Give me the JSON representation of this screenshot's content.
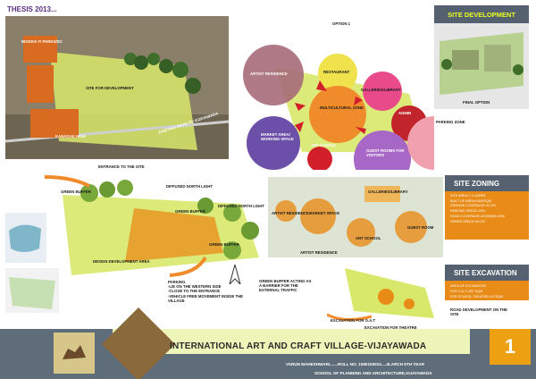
{
  "header": {
    "thesis": "THESIS 2013...",
    "site_development": "SITE DEVELOPMENT"
  },
  "site_plan": {
    "labels": [
      "BIODIVA IT PARKS/DC",
      "SITE FOR DEVELOPMENT",
      "KANAGAK HIGH",
      "EXISTING ROAD TO VIJAYAWADA"
    ]
  },
  "bubble": {
    "option": "OPTION 1",
    "artist_residence": "ARTIST RESIDENCE",
    "restaurant": "RESTAURANT",
    "galleries": "GALLERIES/LIBRARY",
    "multicultural": "MULTICULTURAL ZONE",
    "admin": "ADMIN",
    "parking": "PARKING ZONE",
    "market": "MARKET AREA/ WORKING SPACE",
    "art_school": "ART SCHOOL",
    "guest_rooms": "GUEST ROOMS  FOR VISITORS",
    "final": "FINAL OPTION"
  },
  "design": {
    "entrance": "ENTRANCE TO THE SITE",
    "diffused1": "DIFFUSED NORTH LIGHT",
    "diffused2": "DIFFUSED NORTH LIGHT",
    "green_buffer1": "GREEN BUFFER",
    "green_buffer2": "GREEN BUFFER",
    "green_buffer3": "GREEN BUFFER",
    "dev_area": "DESIGN DEVELOPMENT AREA",
    "parking": "PARKING\n-LIE ON THE WESTERN SIDE\n-CLOSE TO THE ENTRANCE\n-VEHICLE FREE MOVEMENT INSIDE THE VILLAGE",
    "buffer_note": "GREEN BUFFER ACTING AS A BARRIER FOR THE EXTERNAL TRAFFIC"
  },
  "zoning_plan": {
    "galleries": "GALLERIES/LIBRARY",
    "artist_residence": "ARTIST RESIDENCE",
    "market": "MARKET SPACE",
    "art_school": "ART SCHOOL",
    "guest_room": "GUEST ROOM",
    "artist_residence2": "ARTIST RESIDENCE"
  },
  "zoning": {
    "title": "SITE ZONING",
    "items": [
      "SITE AREA=7.2 ACRES",
      "BUILT UP AREA=5400SQM",
      "GROUND COVERAGE=10.2%",
      "PARKING SPACE=25%",
      "ROAD COVERAGE=6720SQM=15%",
      "GREEN SPACE=60.2%"
    ]
  },
  "excavation": {
    "title": "SITE EXCAVATION",
    "items": [
      "AREA OF EXCAVATION",
      "FOR O.A.T=457 SQM",
      "FOR SCHOOL THEATRE=317SQM"
    ],
    "oat": "EXCAVATION FOR O.A.T",
    "theatre": "EXCAVATION FOR THEATRE",
    "road": "ROAD DEVELOPMENT ON THE SITE"
  },
  "footer": {
    "title": "INTERNATIONAL ART AND CRAFT VILLAGE-VIJAYAWADA",
    "student": "VARUN MAHESHWARI.......ROLL NO. 1080100015.....B.ARCH 5TH YEAR",
    "school": "SCHOOL OF PLANNING AND ARCHITECTURE,VIJAYAWADA",
    "page": "1"
  },
  "colors": {
    "accent_orange": "#e98b17",
    "header_gray": "#55616e",
    "highlight_yellow": "#e8ff24"
  }
}
